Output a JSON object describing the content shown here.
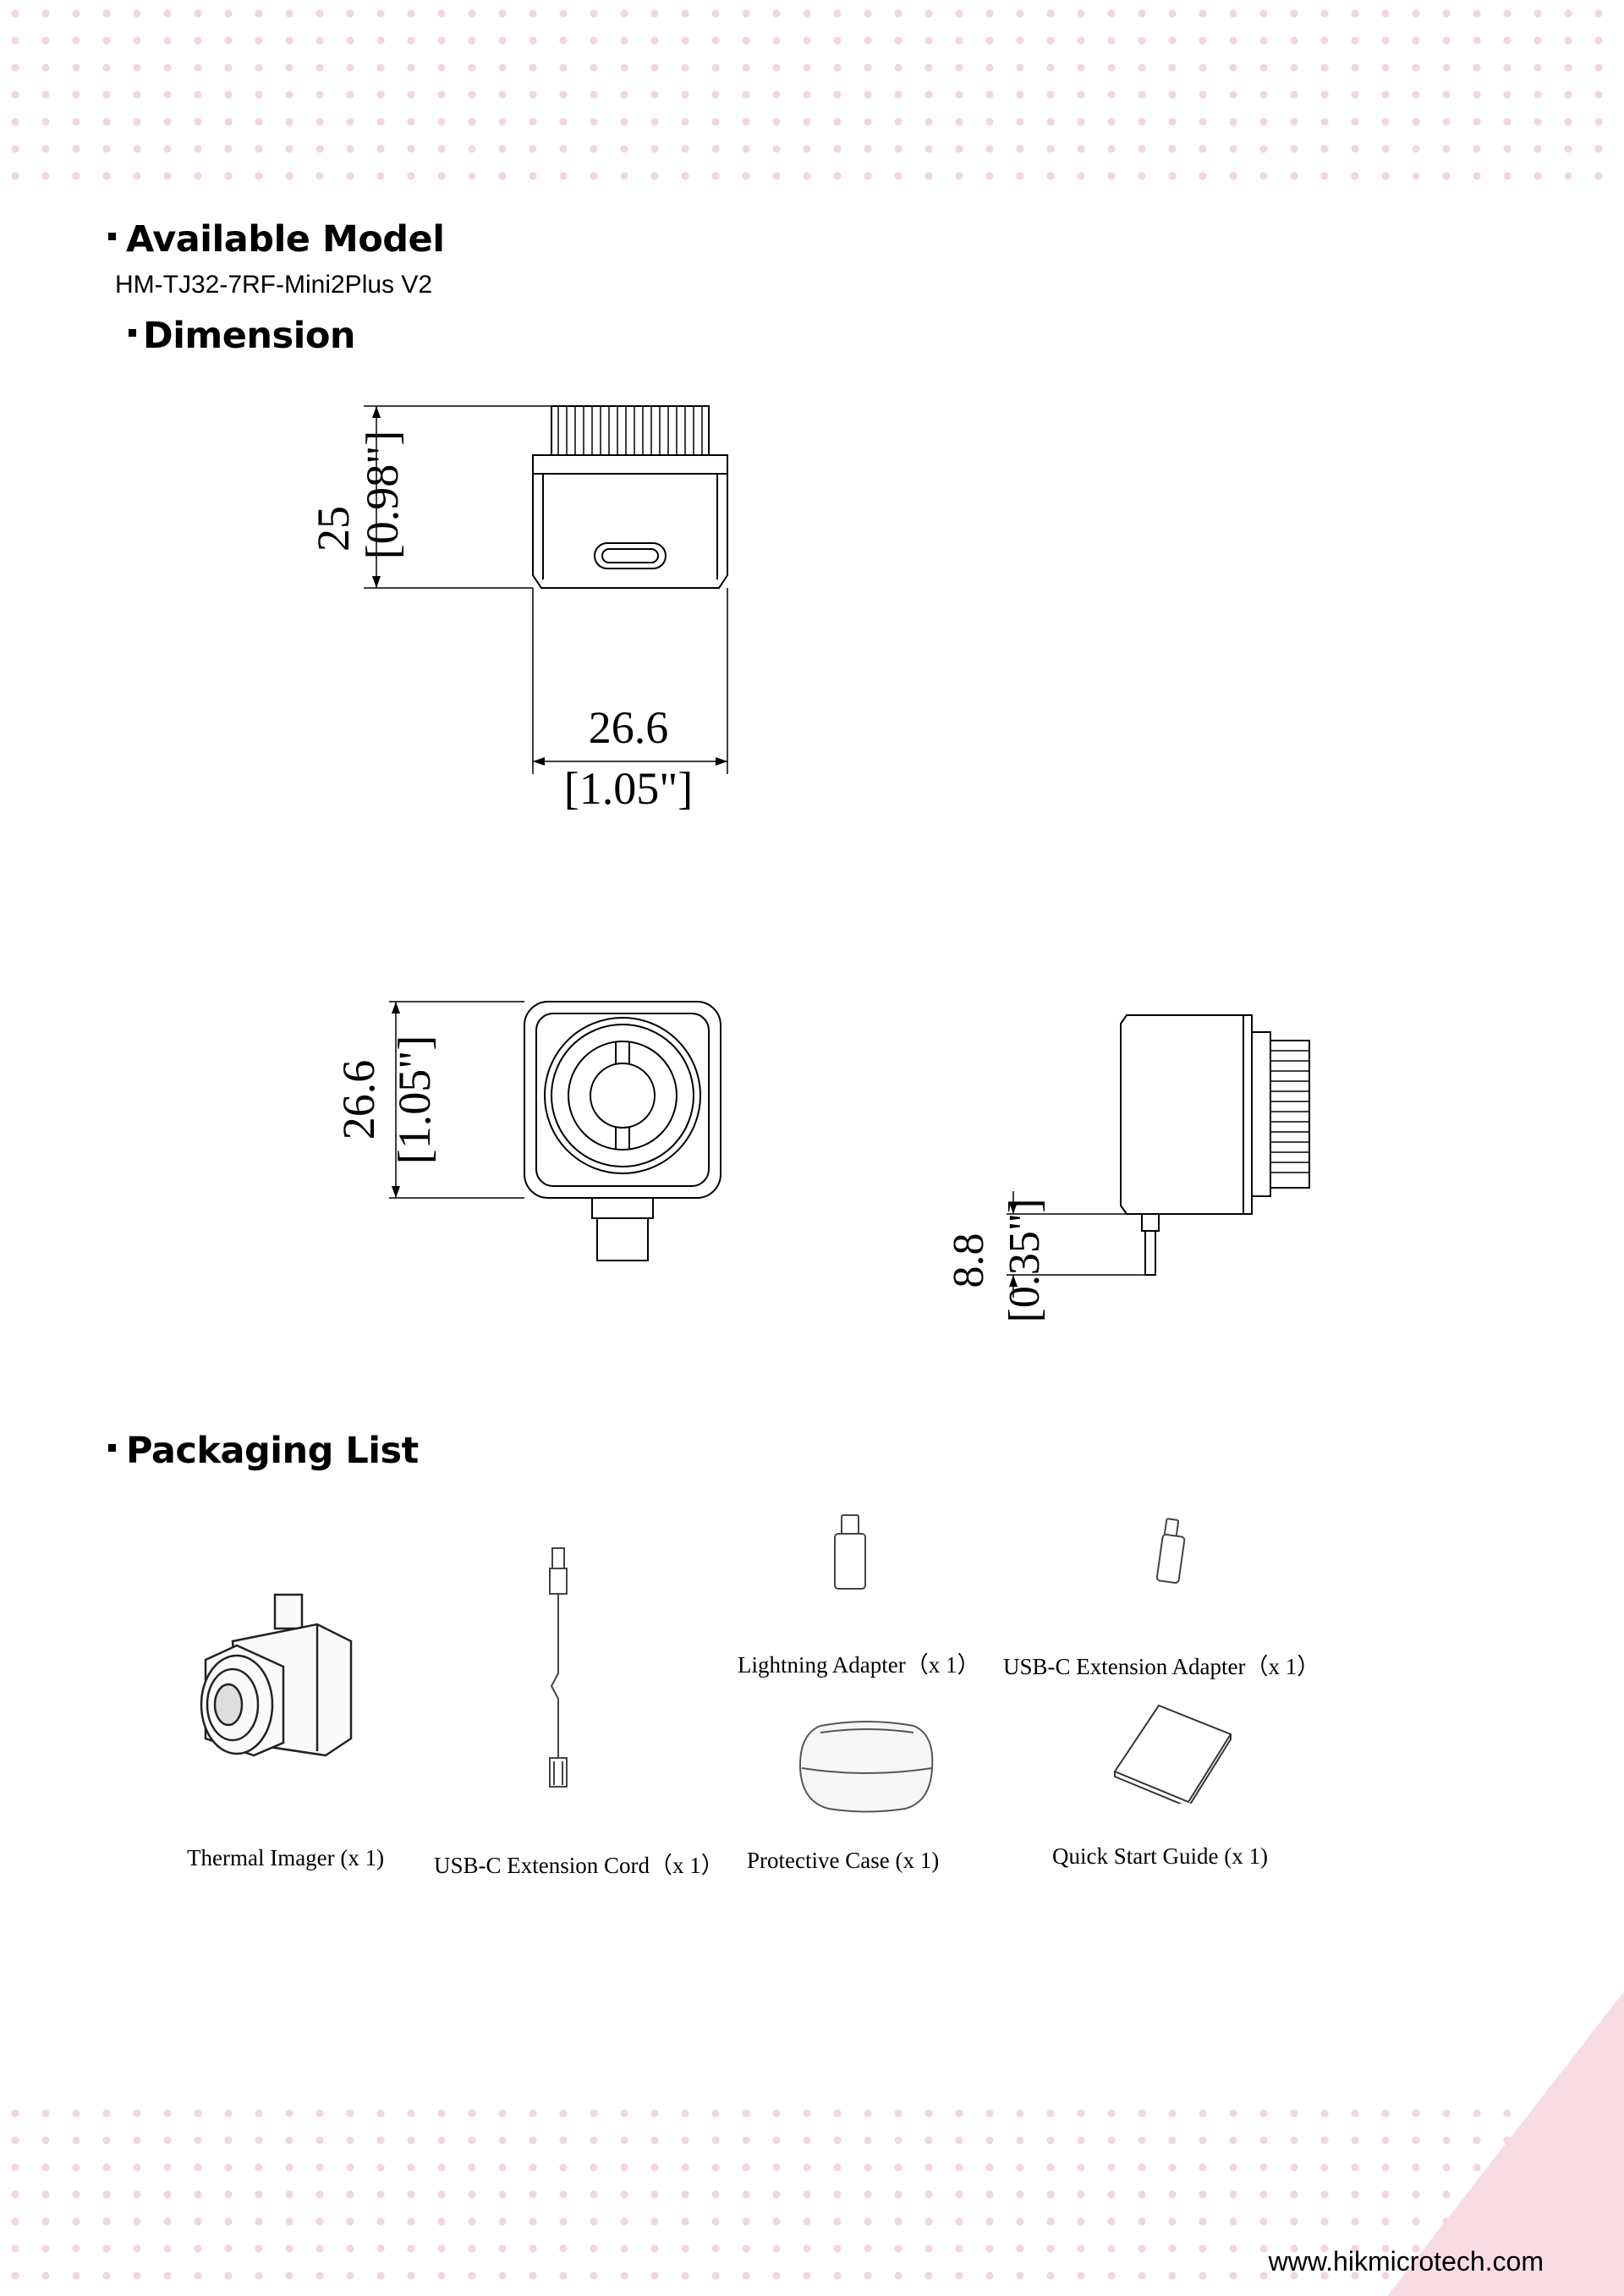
{
  "sections": {
    "model_heading": "Available Model",
    "model_value": "HM-TJ32-7RF-Mini2Plus V2",
    "dimension_heading": "Dimension",
    "packaging_heading": "Packaging List"
  },
  "dimensions": {
    "top_height_mm": "25",
    "top_height_in": "[0.98\"]",
    "top_width_mm": "26.6",
    "top_width_in": "[1.05\"]",
    "front_height_mm": "26.6",
    "front_height_in": "[1.05\"]",
    "side_plug_mm": "8.8",
    "side_plug_in": "[0.35\"]"
  },
  "packaging": {
    "items": [
      {
        "label": "Thermal Imager (x 1)"
      },
      {
        "label": "USB-C Extension Cord（x 1）"
      },
      {
        "label": "Lightning Adapter（x 1）"
      },
      {
        "label": "USB-C Extension Adapter（x 1）"
      },
      {
        "label": "Protective Case (x 1)"
      },
      {
        "label": "Quick Start Guide (x 1)"
      }
    ]
  },
  "footer": {
    "website": "www.hikmicrotech.com"
  },
  "colors": {
    "dots": "#f3d6dd",
    "corner": "#f7dde3"
  }
}
